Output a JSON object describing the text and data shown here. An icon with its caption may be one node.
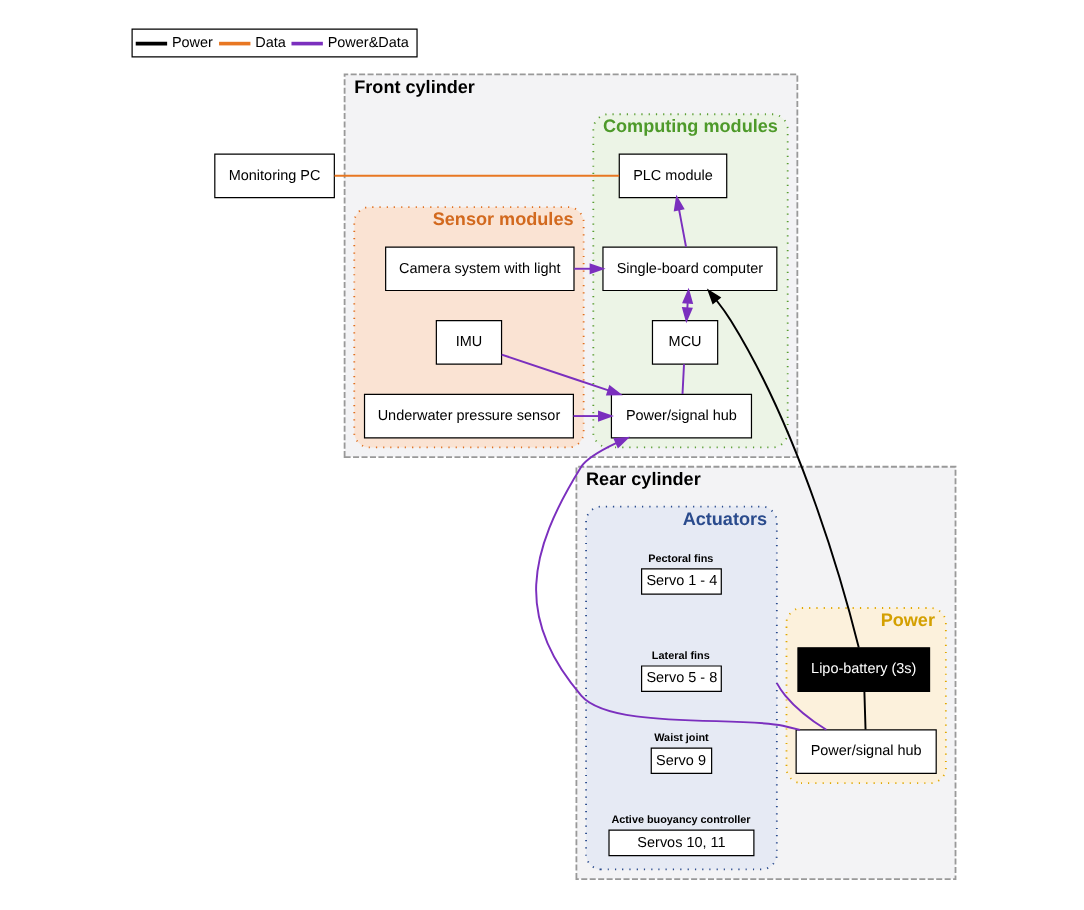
{
  "diagram": {
    "nodes": [
      {
        "text": [
          "Monitoring PC"
        ]
      },
      {
        "text": [
          "Front cylinder"
        ]
      },
      {
        "text": [
          "Computing modules"
        ],
        "in": 1
      },
      {
        "text": [
          "PLC module"
        ],
        "in": 2
      },
      {
        "text": [
          "Single-board computer"
        ],
        "in": 2
      },
      {
        "text": [
          "MCU"
        ],
        "in": 2
      },
      {
        "text": [
          "Power/signal hub"
        ],
        "in": 2
      },
      {
        "text": [
          "Sensor modules"
        ],
        "in": 1
      },
      {
        "text": [
          "Camera system with light"
        ],
        "in": 7
      },
      {
        "text": [
          "IMU"
        ],
        "in": 7
      },
      {
        "text": [
          "Underwater pressure sensor"
        ],
        "in": 7
      },
      {
        "text": [
          "Rear cylinder"
        ]
      },
      {
        "text": [
          "Power"
        ],
        "in": 11
      },
      {
        "text": [
          "Lipo-battery (3s)"
        ],
        "in": 12
      },
      {
        "text": [
          "Power/signal hub"
        ],
        "in": 12
      },
      {
        "text": [
          "Actuators"
        ],
        "in": 11
      },
      {
        "text": [
          "Pectoral fins",
          "Servo 1 - 4"
        ],
        "in": 15
      },
      {
        "text": [
          "Lateral fins",
          "Servo 5 - 8"
        ],
        "in": 15
      },
      {
        "text": [
          "Waist joint",
          "Servo 9"
        ],
        "in": 15
      },
      {
        "text": [
          "Active buoyancy controller",
          "Servos 10, 11"
        ],
        "in": 15
      }
    ],
    "edges": [
      {
        "from": 0,
        "to": 3,
        "arrow": "none",
        "color": "#e87722"
      },
      {
        "from": 4,
        "to": 3,
        "arrow": "to"
      },
      {
        "from": 5,
        "to": 4,
        "arrow": "both"
      },
      {
        "from": 5,
        "to": 6,
        "arrow": "none"
      },
      {
        "from": 8,
        "to": 4,
        "arrow": "to"
      },
      {
        "from": 9,
        "to": 6,
        "arrow": "to"
      },
      {
        "from": 10,
        "to": 6,
        "arrow": "to"
      },
      {
        "from": 13,
        "to": 4,
        "arrow": "to",
        "color": "#000000"
      },
      {
        "from": 13,
        "to": 14,
        "arrow": "none",
        "color": "#000000"
      },
      {
        "from": 14,
        "to": 6,
        "arrow": "to"
      },
      {
        "from": 14,
        "to": 15,
        "arrow": "none"
      }
    ],
    "legend": [
      {
        "text": "Power"
      },
      {
        "text": "Data"
      },
      {
        "text": "Power&Data"
      }
    ]
  }
}
